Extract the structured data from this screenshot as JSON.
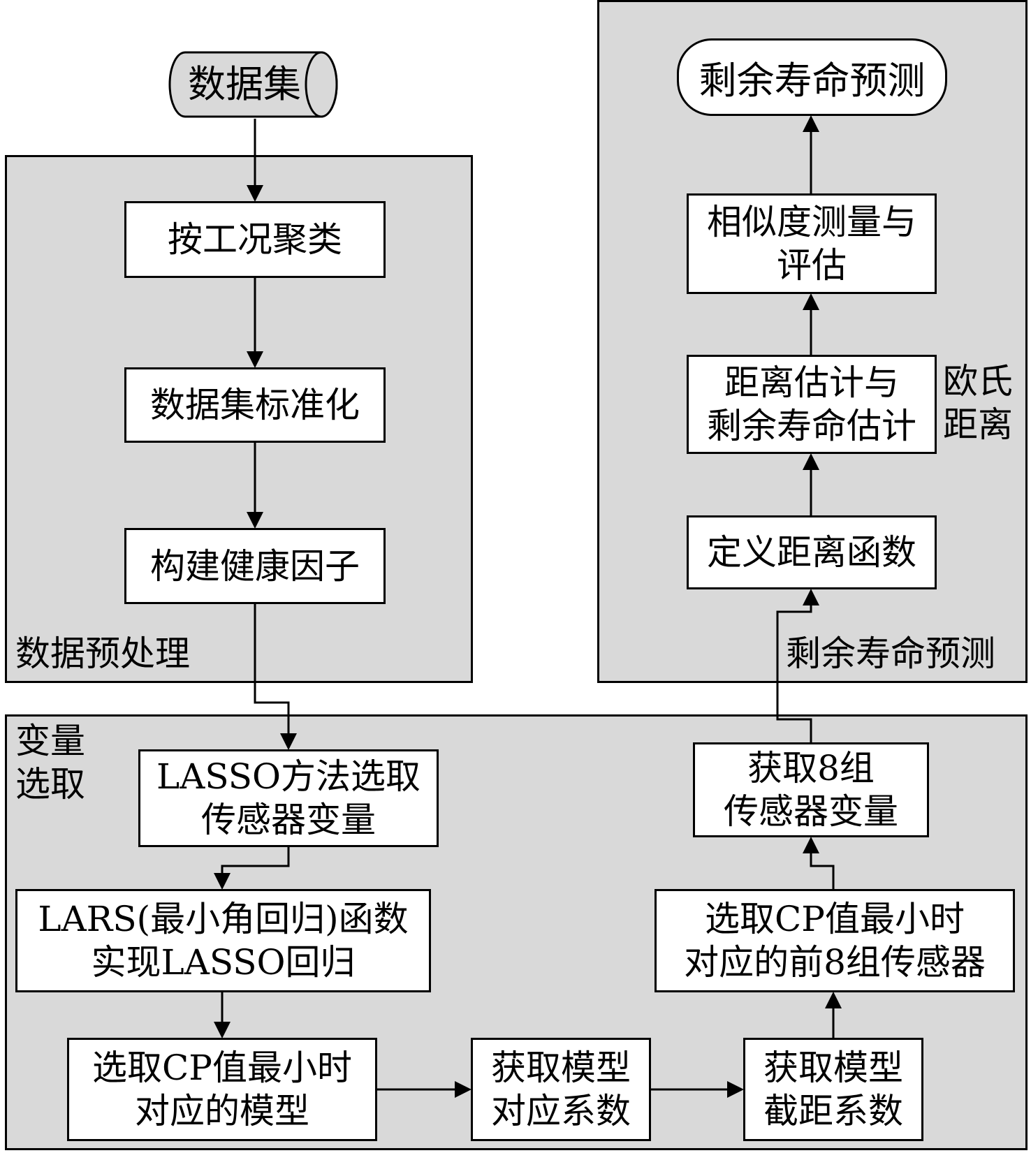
{
  "dataset": {
    "label": "数据集"
  },
  "preprocess": {
    "title": "数据预处理",
    "steps": {
      "cluster": "按工况聚类",
      "normalize": "数据集标准化",
      "health": "构建健康因子"
    }
  },
  "selection": {
    "title": [
      "变量",
      "选取"
    ],
    "lasso": [
      "LASSO方法选取",
      "传感器变量"
    ],
    "lars": [
      "LARS(最小角回归)函数",
      "实现LASSO回归"
    ],
    "min_cp_model": [
      "选取CP值最小时",
      "对应的模型"
    ],
    "coef": [
      "获取模型",
      "对应系数"
    ],
    "intercept": [
      "获取模型",
      "截距系数"
    ],
    "min_cp_sensors": [
      "选取CP值最小时",
      "对应的前8组传感器"
    ],
    "get8": [
      "获取8组",
      "传感器变量"
    ]
  },
  "rul": {
    "title": "剩余寿命预测",
    "define_distance": "定义距离函数",
    "estimate": [
      "距离估计与",
      "剩余寿命估计"
    ],
    "euclid_note": [
      "欧氏",
      "距离"
    ],
    "similarity": [
      "相似度测量与",
      "评估"
    ],
    "output": "剩余寿命预测"
  },
  "colors": {
    "region_fill": "#d9d9d9",
    "box_fill": "#ffffff",
    "line": "#000000"
  }
}
